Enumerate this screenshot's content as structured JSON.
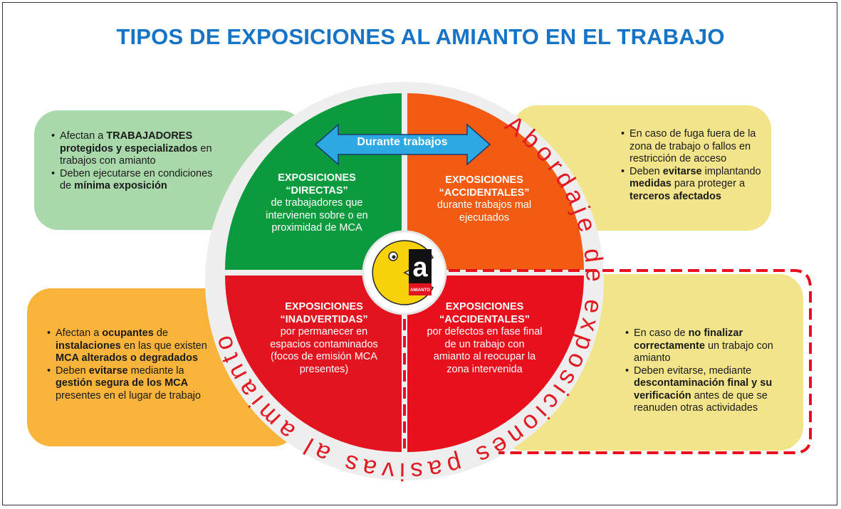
{
  "title": "TIPOS DE EXPOSICIONES AL AMIANTO EN EL TRABAJO",
  "ring_text": "Abordaje de exposiciones pasivas al amianto",
  "arrow_label": "Durante trabajos",
  "logo_text": "AMIANTO",
  "logo_letter": "a",
  "colors": {
    "title": "#1673c5",
    "green": "#0b9a3d",
    "orange": "#f45b12",
    "red": "#e1141f",
    "ring": "#eeeeee",
    "ring_text": "#e01b23",
    "arrow": "#2ea8e0"
  },
  "quadrants": [
    {
      "title": "EXPOSICIONES",
      "subtitle": "“DIRECTAS”",
      "text": "de trabajadores que intervienen sobre o en proximidad de MCA"
    },
    {
      "title": "EXPOSICIONES",
      "subtitle": "“ACCIDENTALES”",
      "text": "durante trabajos mal ejecutados"
    },
    {
      "title": "EXPOSICIONES",
      "subtitle": "“INADVERTIDAS”",
      "text": "por permanecer en espacios contaminados (focos de emisión MCA presentes)"
    },
    {
      "title": "EXPOSICIONES",
      "subtitle": "“ACCIDENTALES”",
      "text": "por defectos en fase final de un trabajo con amianto al reocupar la zona intervenida"
    }
  ],
  "boxes": [
    {
      "name": "directas",
      "bullets": [
        [
          {
            "t": "Afectan a "
          },
          {
            "t": "TRABAJADORES protegidos y especializados",
            "b": true
          },
          {
            "t": " en trabajos con amianto"
          }
        ],
        [
          {
            "t": "Deben ejecutarse en condiciones de "
          },
          {
            "t": "mínima exposición",
            "b": true
          }
        ]
      ]
    },
    {
      "name": "accidentales-durante",
      "bullets": [
        [
          {
            "t": "En caso de fuga fuera de la zona de trabajo o fallos en restricción de acceso"
          }
        ],
        [
          {
            "t": "Deben "
          },
          {
            "t": "evitarse",
            "b": true
          },
          {
            "t": " implantando "
          },
          {
            "t": "medidas",
            "b": true
          },
          {
            "t": " para proteger a "
          },
          {
            "t": "terceros afectados",
            "b": true
          }
        ]
      ]
    },
    {
      "name": "inadvertidas",
      "bullets": [
        [
          {
            "t": "Afectan a "
          },
          {
            "t": "ocupantes",
            "b": true
          },
          {
            "t": " de "
          },
          {
            "t": "instalaciones",
            "b": true
          },
          {
            "t": " en las que existen "
          },
          {
            "t": "MCA alterados o degradados",
            "b": true
          }
        ],
        [
          {
            "t": "Deben "
          },
          {
            "t": "evitarse",
            "b": true
          },
          {
            "t": " mediante la "
          },
          {
            "t": "gestión segura de los MCA",
            "b": true
          },
          {
            "t": " presentes en el lugar de trabajo"
          }
        ]
      ]
    },
    {
      "name": "accidentales-final",
      "bullets": [
        [
          {
            "t": "En caso de "
          },
          {
            "t": "no finalizar correctamente",
            "b": true
          },
          {
            "t": " un trabajo con amianto"
          }
        ],
        [
          {
            "t": "Deben evitarse, mediante "
          },
          {
            "t": "descontaminación final y su verificación",
            "b": true
          },
          {
            "t": " antes de que se reanuden otras actividades"
          }
        ]
      ]
    }
  ]
}
